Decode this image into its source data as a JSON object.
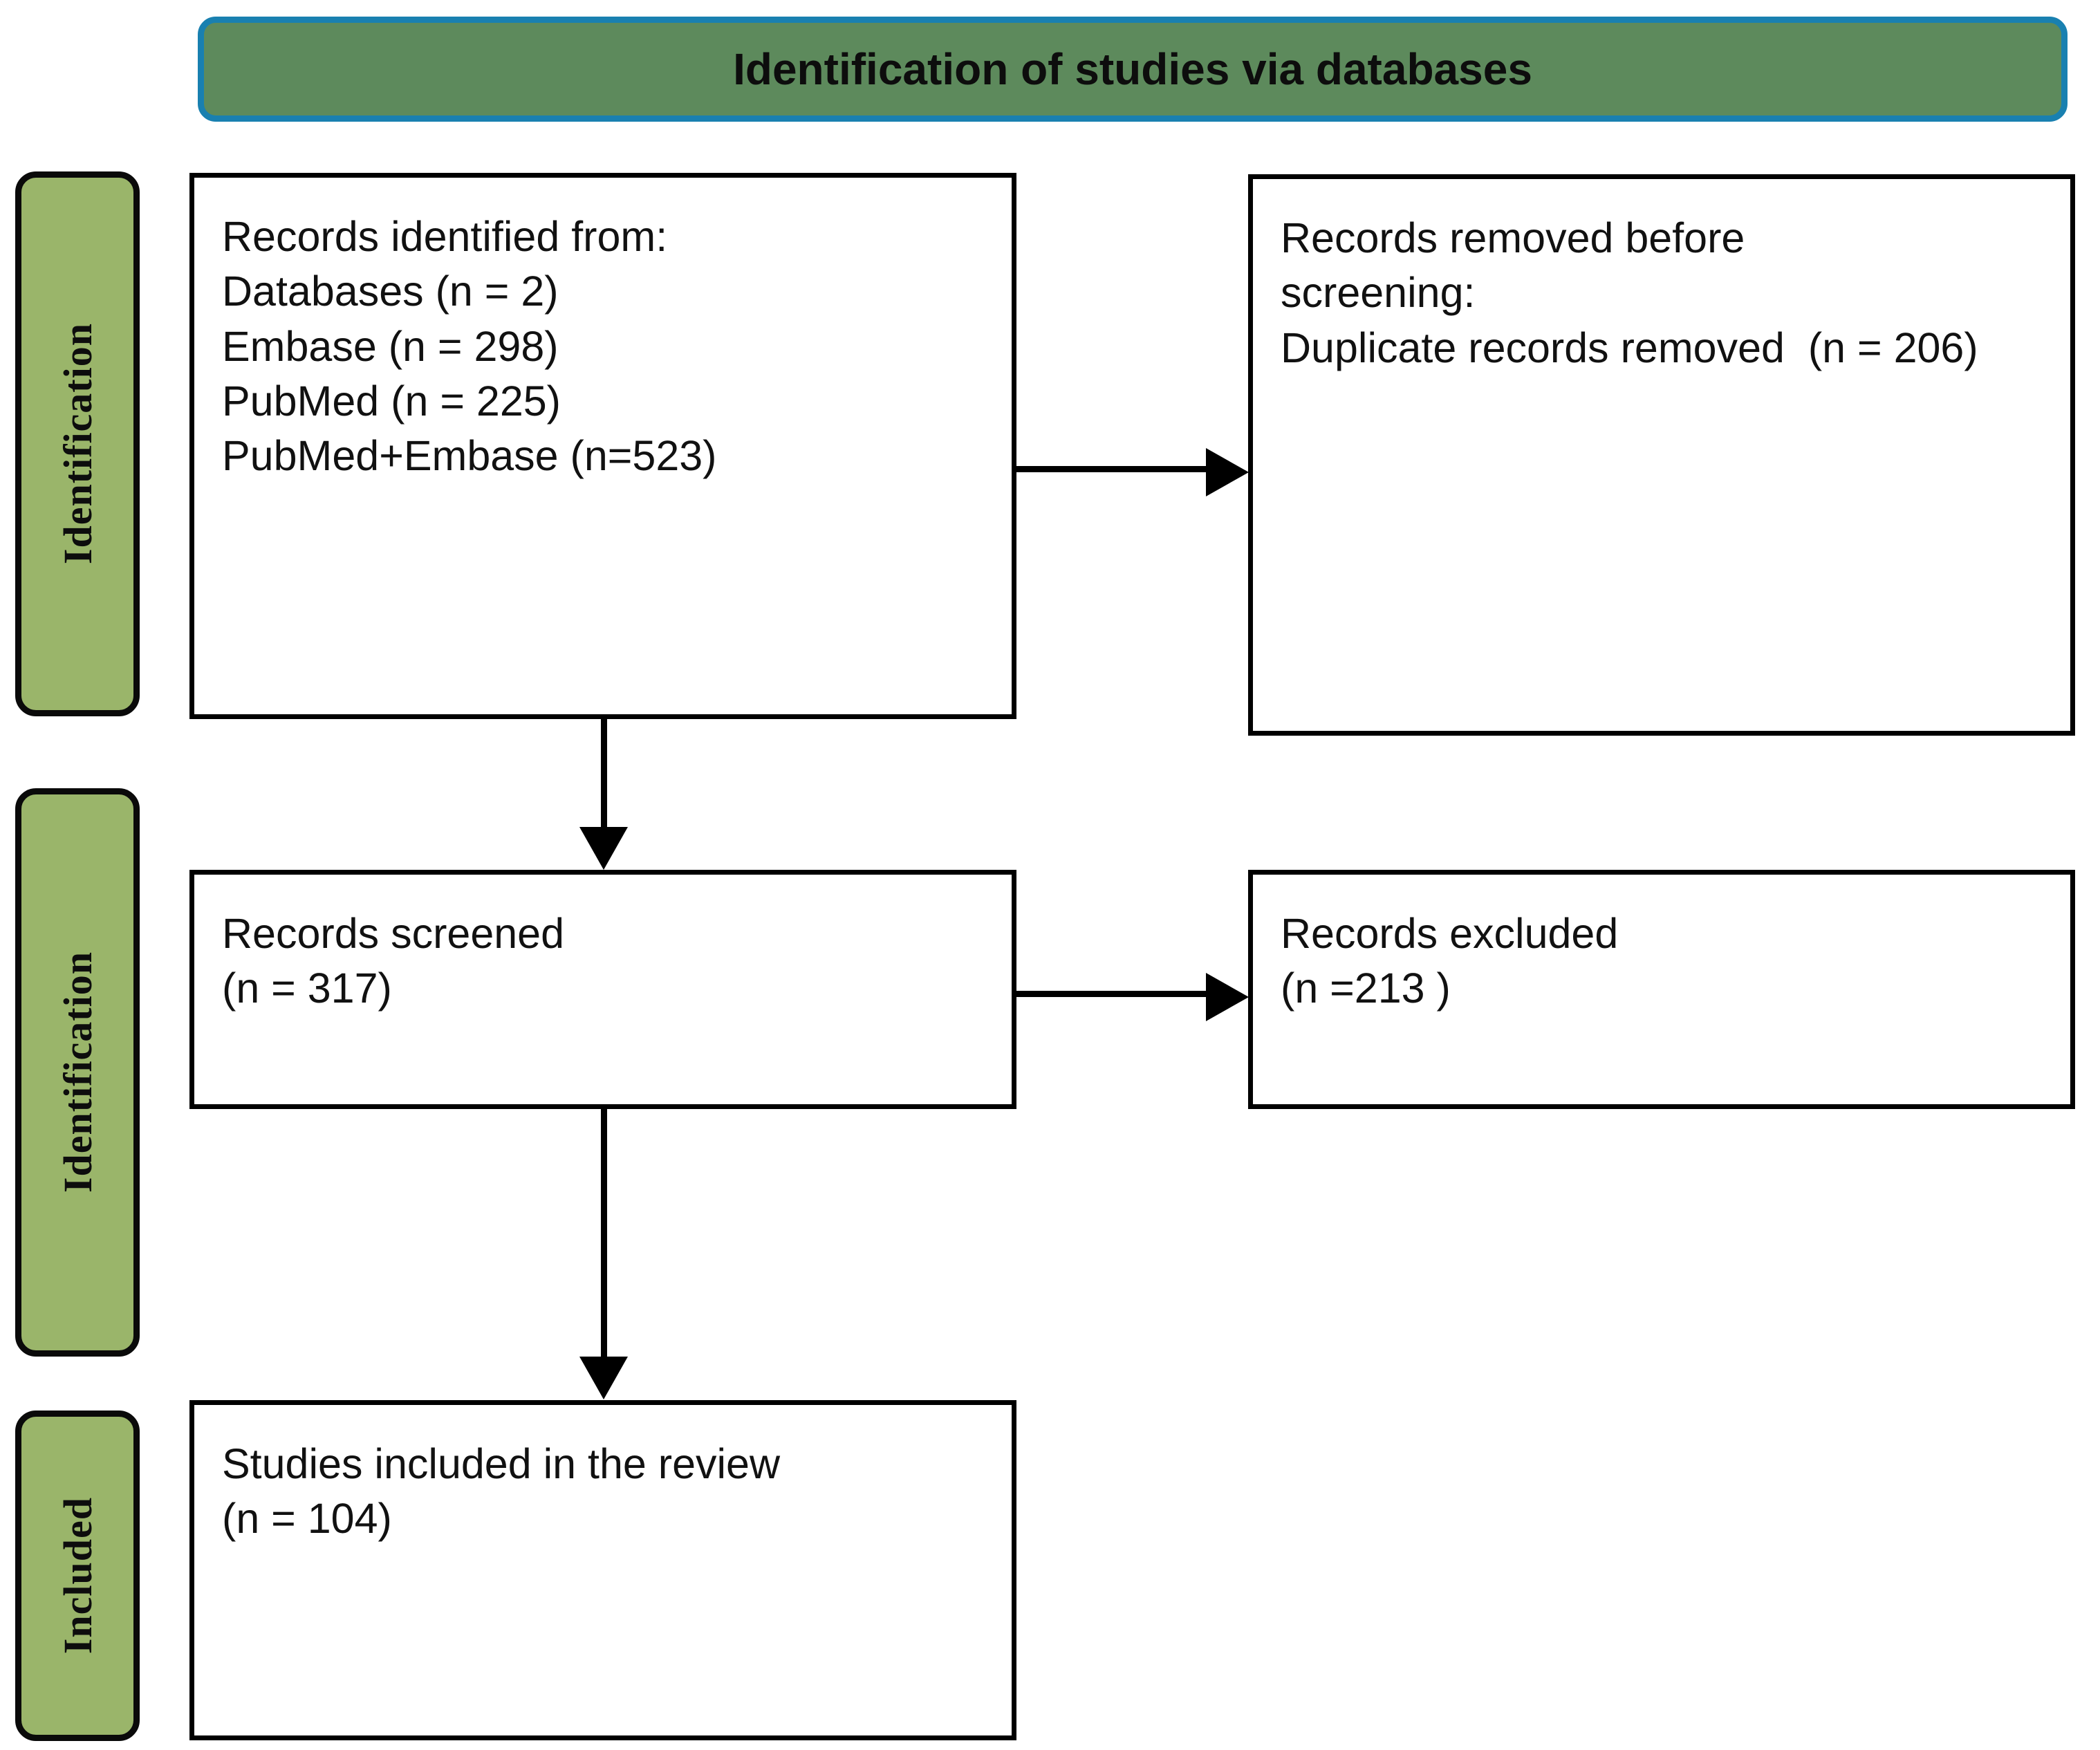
{
  "header": {
    "title": "Identification of studies via databases",
    "fill_color": "#5D8A5C",
    "border_color": "#1980B0"
  },
  "stages": [
    {
      "id": "identification-1",
      "label": "Identification",
      "fill_color": "#9AB56A",
      "border_color": "#0A0A0A"
    },
    {
      "id": "identification-2",
      "label": "Identification",
      "fill_color": "#9AB56A",
      "border_color": "#0A0A0A"
    },
    {
      "id": "included",
      "label": "Included",
      "fill_color": "#9AB56A",
      "border_color": "#0A0A0A"
    }
  ],
  "boxes": {
    "identified": {
      "lines": [
        "Records identified from:",
        "Databases (n = 2)",
        "Embase (n = 298)",
        "PubMed (n = 225)",
        "PubMed+Embase (n=523)"
      ]
    },
    "removed": {
      "line1_normal": "Records removed ",
      "line1_italic": "before",
      "line2_italic": "screening",
      "line2_normal": ":",
      "line3": "Duplicate records removed  (n = 206)"
    },
    "screened": {
      "lines": [
        "Records screened",
        "(n = 317)"
      ]
    },
    "excluded": {
      "lines": [
        "Records excluded",
        "(n =213 )"
      ]
    },
    "included_studies": {
      "lines": [
        "Studies included in the review",
        "(n = 104)"
      ]
    }
  },
  "chart_data": {
    "type": "diagram",
    "title": "Identification of studies via databases",
    "diagram_kind": "PRISMA flow diagram",
    "nodes": [
      {
        "id": "identified",
        "stage": "Identification",
        "label": "Records identified from:",
        "counts": [
          {
            "source": "Databases",
            "n": 2
          },
          {
            "source": "Embase",
            "n": 298
          },
          {
            "source": "PubMed",
            "n": 225
          },
          {
            "source": "PubMed+Embase",
            "n": 523
          }
        ]
      },
      {
        "id": "removed",
        "stage": "Identification",
        "label": "Records removed before screening: Duplicate records removed",
        "n": 206
      },
      {
        "id": "screened",
        "stage": "Identification",
        "label": "Records screened",
        "n": 317
      },
      {
        "id": "excluded",
        "stage": "Identification",
        "label": "Records excluded",
        "n": 213
      },
      {
        "id": "included_studies",
        "stage": "Included",
        "label": "Studies included in the review",
        "n": 104
      }
    ],
    "edges": [
      {
        "from": "identified",
        "to": "removed",
        "direction": "right"
      },
      {
        "from": "identified",
        "to": "screened",
        "direction": "down"
      },
      {
        "from": "screened",
        "to": "excluded",
        "direction": "right"
      },
      {
        "from": "screened",
        "to": "included_studies",
        "direction": "down"
      }
    ]
  }
}
